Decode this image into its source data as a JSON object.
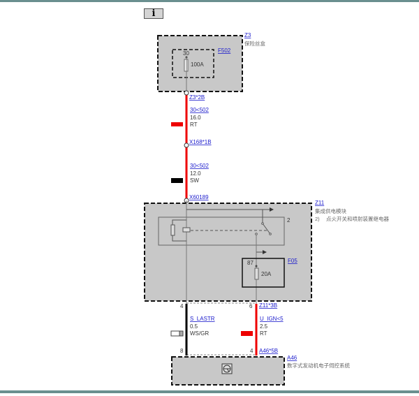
{
  "info_button": {
    "label": "i"
  },
  "components": {
    "z3": {
      "id": "Z3",
      "desc": "保险丝盒"
    },
    "f502": {
      "id": "F502",
      "pin": "30",
      "rating": "100A"
    },
    "z11": {
      "id": "Z11",
      "desc": "集成供电模块",
      "note_num": "2)",
      "note": "点火开关和喷射装置继电器",
      "relay_pin": "2"
    },
    "f05": {
      "id": "F05",
      "pin": "87",
      "rating": "20A"
    },
    "a46": {
      "id": "A46",
      "desc": "数字式发动机电子伺控系统"
    }
  },
  "connectors": {
    "z3_2b": "Z3*2B",
    "x168_1b": "X168*1B",
    "x60189": "X60189",
    "z11_3b": "Z11*3B",
    "a46_5b": "A46*5B"
  },
  "wires": [
    {
      "signal": "30<502",
      "size": "16.0",
      "color_code": "RT",
      "color": "#ee0000"
    },
    {
      "signal": "30<502",
      "size": "12.0",
      "color_code": "SW",
      "color": "#000000"
    },
    {
      "signal": "S_LASTR",
      "size": "0.5",
      "color_code": "WS/GR",
      "color": "#000000"
    },
    {
      "signal": "U_IGN<5",
      "size": "2.5",
      "color_code": "RT",
      "color": "#ee0000"
    }
  ],
  "pins": {
    "z11_left": "4",
    "z11_right": "6",
    "a46_left": "8",
    "a46_right": "4"
  }
}
